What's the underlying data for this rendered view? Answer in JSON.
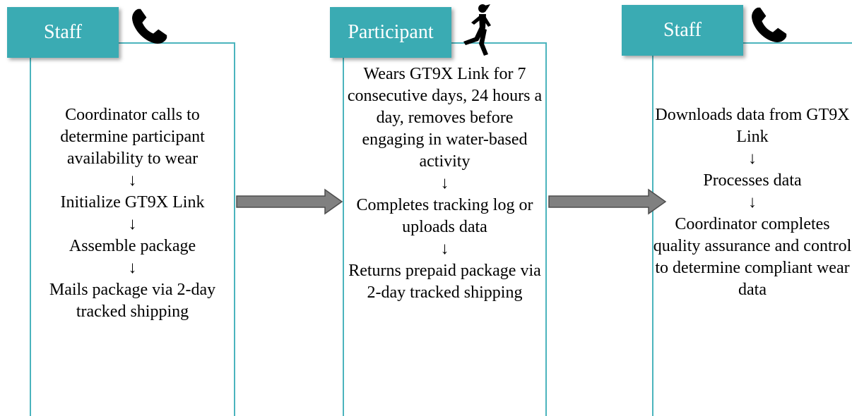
{
  "colors": {
    "accent": "#3aabb3",
    "border": "#4bb4bd",
    "arrow_fill": "#808080"
  },
  "columns": [
    {
      "header": "Staff",
      "icon": "phone-icon",
      "steps": [
        "Coordinator calls to determine participant availability to wear",
        "Initialize GT9X Link",
        "Assemble package",
        "Mails package via 2-day tracked shipping"
      ]
    },
    {
      "header": "Participant",
      "icon": "runner-icon",
      "steps": [
        "Wears GT9X Link for 7 consecutive days, 24 hours a day, removes before engaging in water-based activity",
        "Completes tracking log or uploads data",
        "Returns prepaid package via 2-day tracked shipping"
      ]
    },
    {
      "header": "Staff",
      "icon": "phone-icon",
      "steps": [
        "Downloads data from GT9X Link",
        "Processes data",
        "Coordinator completes quality assurance and control to determine compliant wear data"
      ]
    }
  ],
  "arrow_glyph": "↓"
}
